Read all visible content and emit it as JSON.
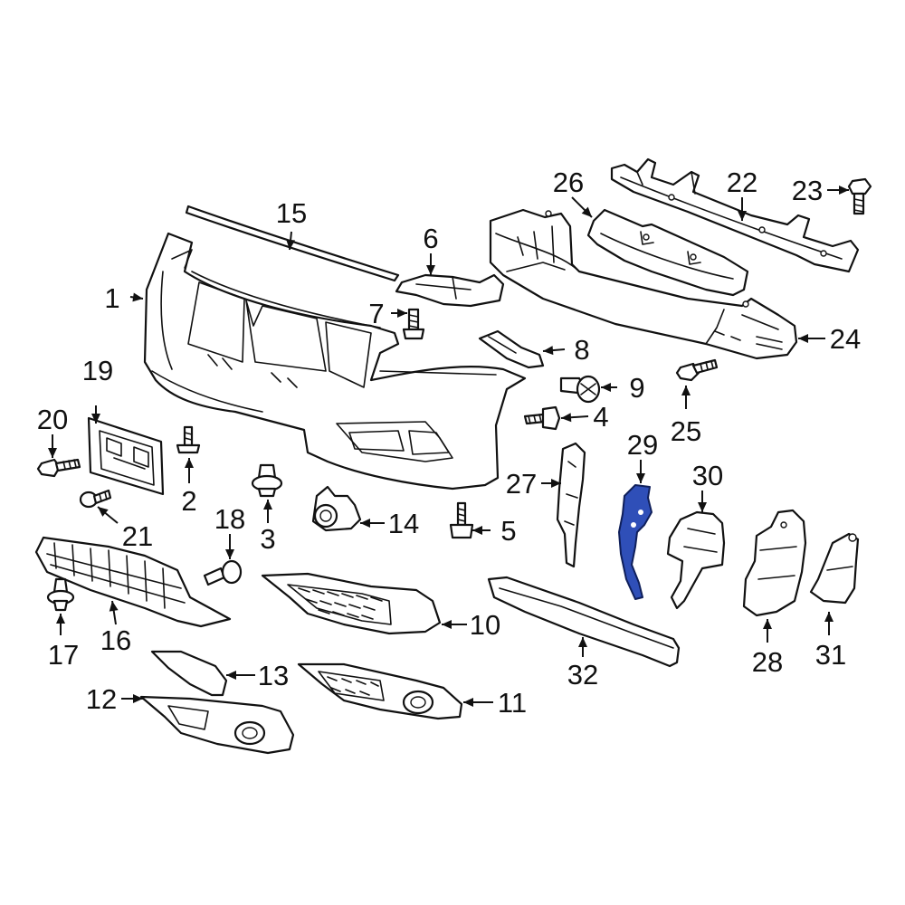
{
  "highlight_color": "#2f4fb8",
  "line_color": "#111111",
  "callouts": [
    {
      "key": "c1",
      "text": "1",
      "part": "Bumper cover"
    },
    {
      "key": "c2",
      "text": "2",
      "part": "Screw"
    },
    {
      "key": "c3",
      "text": "3",
      "part": "Clip"
    },
    {
      "key": "c4",
      "text": "4",
      "part": "Bolt"
    },
    {
      "key": "c5",
      "text": "5",
      "part": "Bolt"
    },
    {
      "key": "c6",
      "text": "6",
      "part": "Bracket"
    },
    {
      "key": "c7",
      "text": "7",
      "part": "Bolt"
    },
    {
      "key": "c8",
      "text": "8",
      "part": "Trim strip"
    },
    {
      "key": "c9",
      "text": "9",
      "part": "Clip"
    },
    {
      "key": "c10",
      "text": "10",
      "part": "Grille insert"
    },
    {
      "key": "c11",
      "text": "11",
      "part": "Fog lamp trim"
    },
    {
      "key": "c12",
      "text": "12",
      "part": "Fog lamp trim"
    },
    {
      "key": "c13",
      "text": "13",
      "part": "Cover"
    },
    {
      "key": "c14",
      "text": "14",
      "part": "Sensor holder"
    },
    {
      "key": "c15",
      "text": "15",
      "part": "Molding"
    },
    {
      "key": "c16",
      "text": "16",
      "part": "Lower grille"
    },
    {
      "key": "c17",
      "text": "17",
      "part": "Clip"
    },
    {
      "key": "c18",
      "text": "18",
      "part": "Screw"
    },
    {
      "key": "c19",
      "text": "19",
      "part": "License bracket"
    },
    {
      "key": "c20",
      "text": "20",
      "part": "Bolt"
    },
    {
      "key": "c21",
      "text": "21",
      "part": "Screw"
    },
    {
      "key": "c22",
      "text": "22",
      "part": "Upper bracket"
    },
    {
      "key": "c23",
      "text": "23",
      "part": "Bolt"
    },
    {
      "key": "c24",
      "text": "24",
      "part": "Energy absorber"
    },
    {
      "key": "c25",
      "text": "25",
      "part": "Bolt"
    },
    {
      "key": "c26",
      "text": "26",
      "part": "Upper absorber"
    },
    {
      "key": "c27",
      "text": "27",
      "part": "Side bracket"
    },
    {
      "key": "c28",
      "text": "28",
      "part": "Side bracket"
    },
    {
      "key": "c29",
      "text": "29",
      "part": "Side support (highlighted)"
    },
    {
      "key": "c30",
      "text": "30",
      "part": "Side bracket"
    },
    {
      "key": "c31",
      "text": "31",
      "part": "Side bracket"
    },
    {
      "key": "c32",
      "text": "32",
      "part": "Lower absorber"
    }
  ]
}
